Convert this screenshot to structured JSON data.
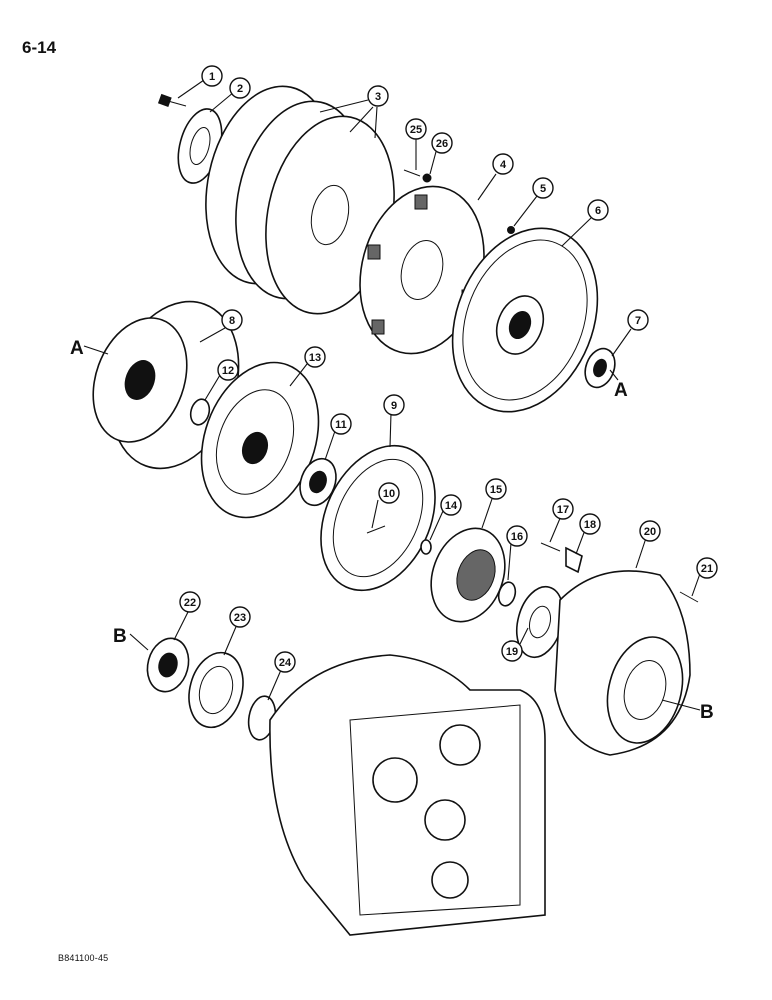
{
  "page": {
    "number": "6-14",
    "figure_code": "B841100-45"
  },
  "callouts": [
    "1",
    "2",
    "3",
    "4",
    "5",
    "6",
    "7",
    "8",
    "9",
    "10",
    "11",
    "12",
    "13",
    "14",
    "15",
    "16",
    "17",
    "18",
    "19",
    "20",
    "21",
    "22",
    "23",
    "24",
    "25",
    "26"
  ],
  "reference_letters": {
    "a": "A",
    "b": "B"
  }
}
